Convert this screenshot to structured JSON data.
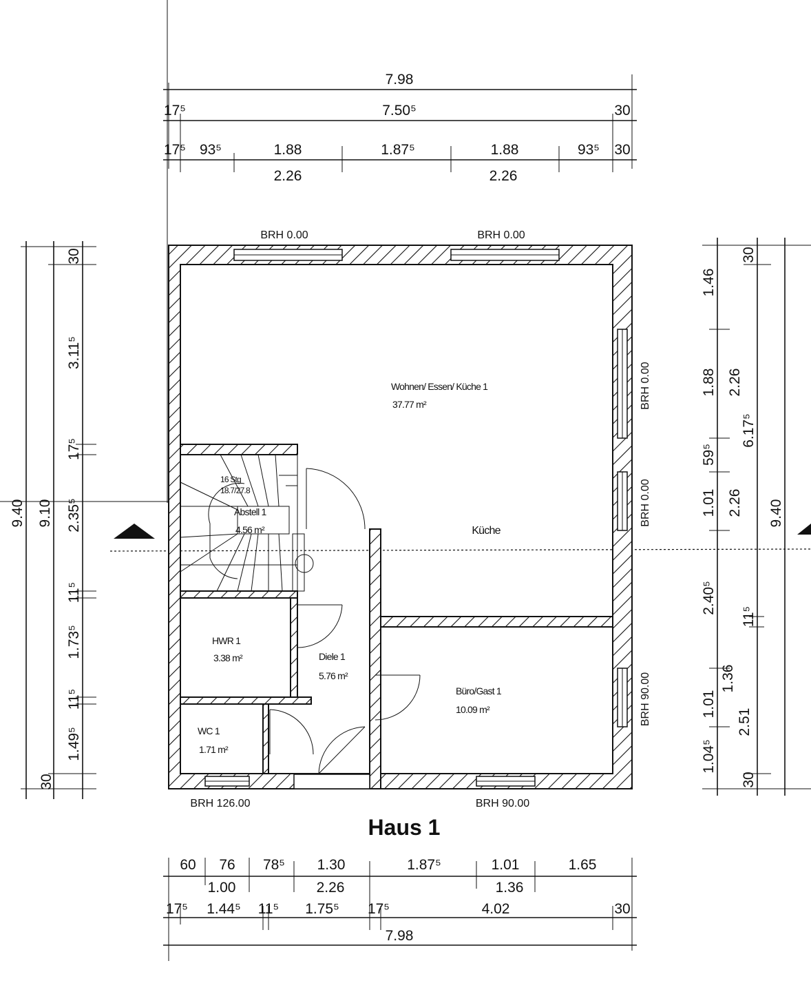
{
  "title": "Haus 1",
  "colors": {
    "ink": "#111111",
    "paper": "#ffffff"
  },
  "top_dims": {
    "row1": [
      "7.98"
    ],
    "row2": [
      "17⁵",
      "7.50⁵",
      "30"
    ],
    "row3": [
      "17⁵",
      "93⁵",
      "1.88",
      "1.87⁵",
      "1.88",
      "93⁵",
      "30"
    ],
    "row4": [
      "2.26",
      "2.26"
    ]
  },
  "left_dims": {
    "outer": "9.40",
    "middle": "9.10",
    "inner": [
      "30",
      "3.11⁵",
      "17⁵",
      "2.35⁵",
      "11⁵",
      "1.73⁵",
      "11⁵",
      "1.49⁵",
      "30"
    ]
  },
  "right_dims": {
    "col1": [
      "1.46",
      "1.88",
      "59⁵",
      "1.01",
      "2.40⁵",
      "1.01",
      "1.04⁵"
    ],
    "col2": [
      "2.26",
      "6.17⁵",
      "2.26",
      "11⁵",
      "1.36",
      "2.51"
    ],
    "col3": [
      "30",
      "30"
    ],
    "outer": "9.40"
  },
  "bottom_dims": {
    "row1": [
      "60",
      "76",
      "78⁵",
      "1.30",
      "1.87⁵",
      "1.01",
      "1.65"
    ],
    "row1b": [
      "1.00",
      "2.26",
      "1.36"
    ],
    "row2": [
      "17⁵",
      "1.44⁵",
      "11⁵",
      "1.75⁵",
      "17⁵",
      "4.02",
      "30"
    ],
    "row3": [
      "7.98"
    ]
  },
  "brh": {
    "top_left": "BRH 0.00",
    "top_right": "BRH 0.00",
    "right_top": "BRH 0.00",
    "right_mid": "BRH 0.00",
    "right_bottom": "BRH 90.00",
    "bottom_left": "BRH 126.00",
    "bottom_right": "BRH 90.00"
  },
  "rooms": {
    "living": {
      "name": "Wohnen/ Essen/ Küche 1",
      "area": "37.77 m²"
    },
    "kitchen": {
      "name": "Küche"
    },
    "stairs": {
      "steps": "16 Stg",
      "ratio": "18.7/27.8"
    },
    "storage": {
      "name": "Abstell 1",
      "area": "4.56 m²"
    },
    "utility": {
      "name": "HWR 1",
      "area": "3.38 m²"
    },
    "hall": {
      "name": "Diele 1",
      "area": "5.76 m²"
    },
    "office": {
      "name": "Büro/Gast 1",
      "area": "10.09 m²"
    },
    "wc": {
      "name": "WC 1",
      "area": "1.71 m²"
    }
  }
}
